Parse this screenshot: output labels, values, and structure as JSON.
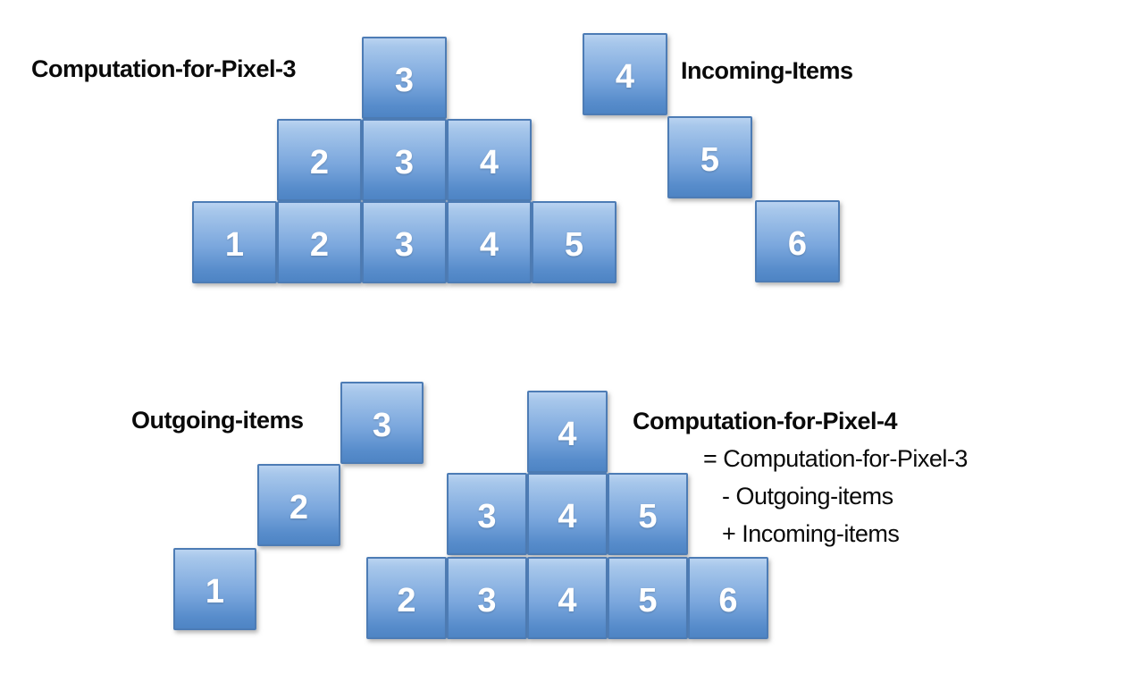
{
  "colors": {
    "box_gradient_top": "#bad3f1",
    "box_gradient_bottom": "#4e84c4",
    "box_border": "#4d7cb5",
    "number_text": "#ffffff",
    "label_text": "#0a0a0a",
    "background": "#ffffff"
  },
  "pixel3": {
    "label": "Computation-for-Pixel-3",
    "rows": [
      [
        "3"
      ],
      [
        "2",
        "3",
        "4"
      ],
      [
        "1",
        "2",
        "3",
        "4",
        "5"
      ]
    ]
  },
  "incoming": {
    "label": "Incoming-Items",
    "items": [
      "4",
      "5",
      "6"
    ]
  },
  "outgoing": {
    "label": "Outgoing-items",
    "items": [
      "3",
      "2",
      "1"
    ]
  },
  "pixel4": {
    "label": "Computation-for-Pixel-4",
    "formula": [
      "= Computation-for-Pixel-3",
      "- Outgoing-items",
      "+ Incoming-items"
    ],
    "rows": [
      [
        "4"
      ],
      [
        "3",
        "4",
        "5"
      ],
      [
        "2",
        "3",
        "4",
        "5",
        "6"
      ]
    ]
  }
}
